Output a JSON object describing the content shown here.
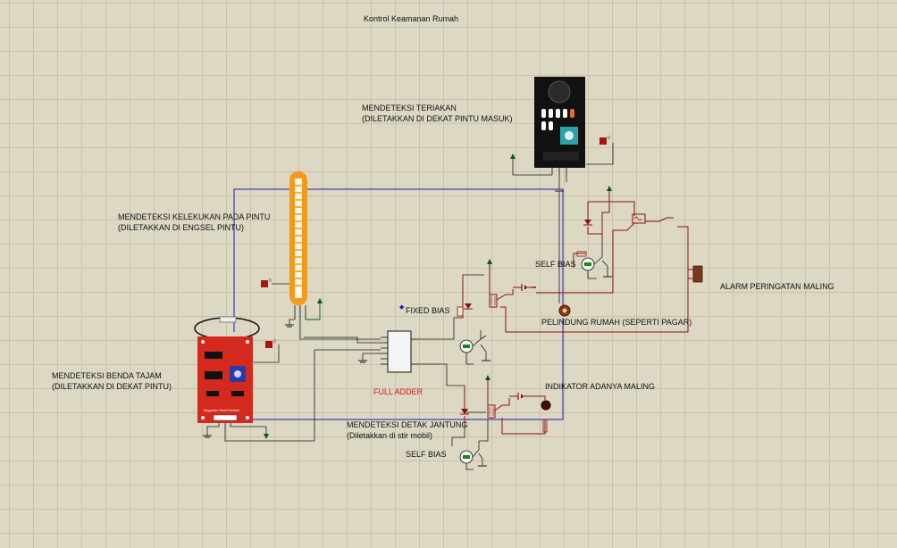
{
  "title": "Kontrol Keamanan Rumah",
  "labels": {
    "sound_sensor_line1": "MENDETEKSI TERIAKAN",
    "sound_sensor_line2": "(DILETAKKAN DI DEKAT PINTU MASUK)",
    "flex_sensor_line1": "MENDETEKSI KELEKUKAN PADA PINTU",
    "flex_sensor_line2": "(DILETAKKAN DI ENGSEL PINTU)",
    "reed_sensor_line1": "MENDETEKSI BENDA TAJAM",
    "reed_sensor_line2": "(DILETAKKAN DI DEKAT PINTU)",
    "heartbeat_line1": "MENDETEKSI DETAK JANTUNG",
    "heartbeat_line2": "(Diletakkan di stir mobil)",
    "self_bias_top": "SELF BIAS",
    "self_bias_bottom": "SELF BIAS",
    "fixed_bias": "FIXED BIAS",
    "full_adder": "FULL ADDER",
    "alarm": "ALARM PERINGATAN MALING",
    "fence": "PELINDUNG RUMAH (SEPERTI PAGAR)",
    "indicator": "INDIKATOR ADANYA MALING",
    "reed_board_text": "Magnetic Reed Switch"
  },
  "colors": {
    "background": "#dcd8c4",
    "grid": "#c8c3a8",
    "wire_blue": "#1c1cb4",
    "wire_green": "#0a5a0a",
    "wire_black": "#1a1a1a",
    "component_red": "#8a1010",
    "label_red": "#d81414",
    "reed_board": "#d42a1e",
    "flex_sensor": "#f29a1a",
    "sound_board": "#111111"
  }
}
